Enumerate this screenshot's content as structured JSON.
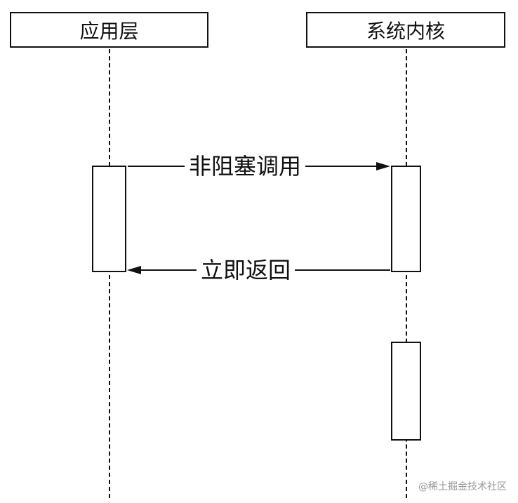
{
  "participants": {
    "app": {
      "label": "应用层"
    },
    "kernel": {
      "label": "系统内核"
    }
  },
  "messages": {
    "call": {
      "label": "非阻塞调用"
    },
    "return": {
      "label": "立即返回"
    }
  },
  "watermark": "@稀土掘金技术社区"
}
